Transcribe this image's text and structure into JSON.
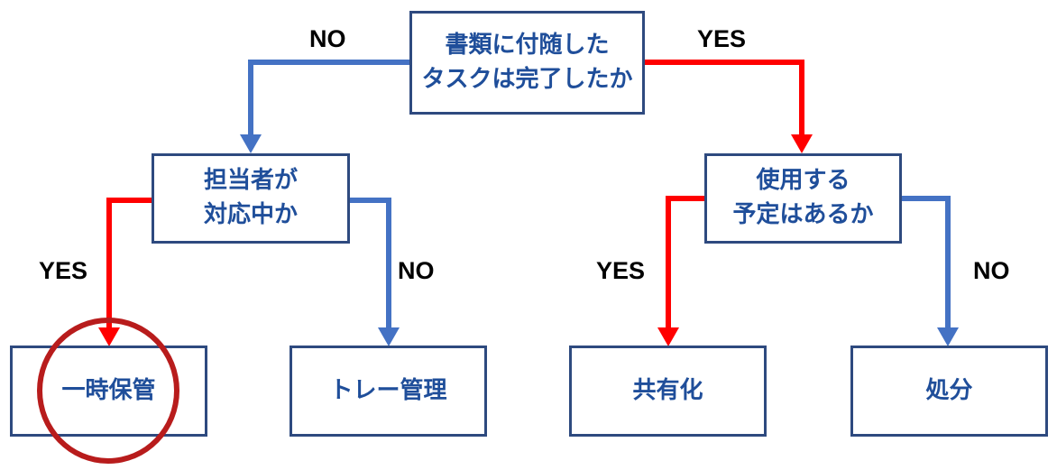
{
  "nodes": {
    "root": {
      "line1": "書類に付随した",
      "line2": "タスクは完了したか"
    },
    "left_decision": {
      "line1": "担当者が",
      "line2": "対応中か"
    },
    "right_decision": {
      "line1": "使用する",
      "line2": "予定はあるか"
    },
    "outcome_temp": {
      "text": "一時保管"
    },
    "outcome_tray": {
      "text": "トレー管理"
    },
    "outcome_share": {
      "text": "共有化"
    },
    "outcome_dispose": {
      "text": "処分"
    }
  },
  "edges": {
    "root_no": "NO",
    "root_yes": "YES",
    "left_yes": "YES",
    "left_no": "NO",
    "right_yes": "YES",
    "right_no": "NO"
  },
  "colors": {
    "yes_path": "#FF0000",
    "no_path": "#4472C4",
    "box_border": "#2E4A7F",
    "box_text": "#1F4E9A",
    "highlight_circle": "#B81C1C"
  }
}
